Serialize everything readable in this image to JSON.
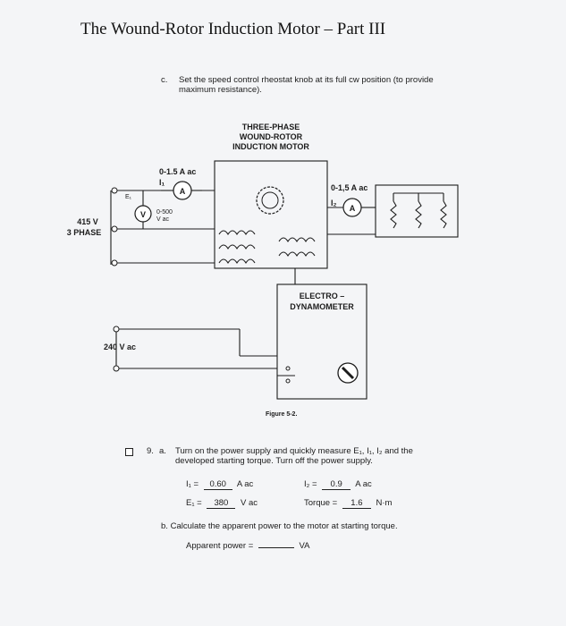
{
  "title": "The Wound-Rotor Induction Motor – Part III",
  "step_c": {
    "label": "c.",
    "text": "Set the speed control rheostat knob at its full cw position (to provide maximum resistance)."
  },
  "figure": {
    "motor_label_1": "THREE-PHASE",
    "motor_label_2": "WOUND-ROTOR",
    "motor_label_3": "INDUCTION MOTOR",
    "ammeter1_range": "0-1.5 A ac",
    "ammeter1_sub": "I₁",
    "ammeter2_range": "0-1,5 A ac",
    "ammeter2_sub": "I₂",
    "voltmeter_range_1": "0-500",
    "voltmeter_range_2": "V ac",
    "e1_label": "E₁",
    "supply_1": "415 V",
    "supply_2": "3 PHASE",
    "dc_supply": "240 V ac",
    "dyn_label_1": "ELECTRO –",
    "dyn_label_2": "DYNAMOMETER",
    "meter_A": "A",
    "meter_V": "V",
    "caption": "Figure 5-2."
  },
  "q9": {
    "num": "9.",
    "sub": "a.",
    "text": "Turn on the power supply and quickly measure E₁, I₁, I₂ and the developed starting torque. Turn off the power supply.",
    "i1_label": "I₁ =",
    "i1_value": "0.60",
    "i1_unit": "A ac",
    "i2_label": "I₂ =",
    "i2_value": "0.9",
    "i2_unit": "A ac",
    "e1_label": "E₁ =",
    "e1_value": "380",
    "e1_unit": "V ac",
    "torque_label": "Torque =",
    "torque_value": "1.6",
    "torque_unit": "N·m",
    "b_label": "b.",
    "b_text": "Calculate the apparent power to the motor at starting torque.",
    "ap_label": "Apparent power =",
    "ap_unit": "VA"
  }
}
